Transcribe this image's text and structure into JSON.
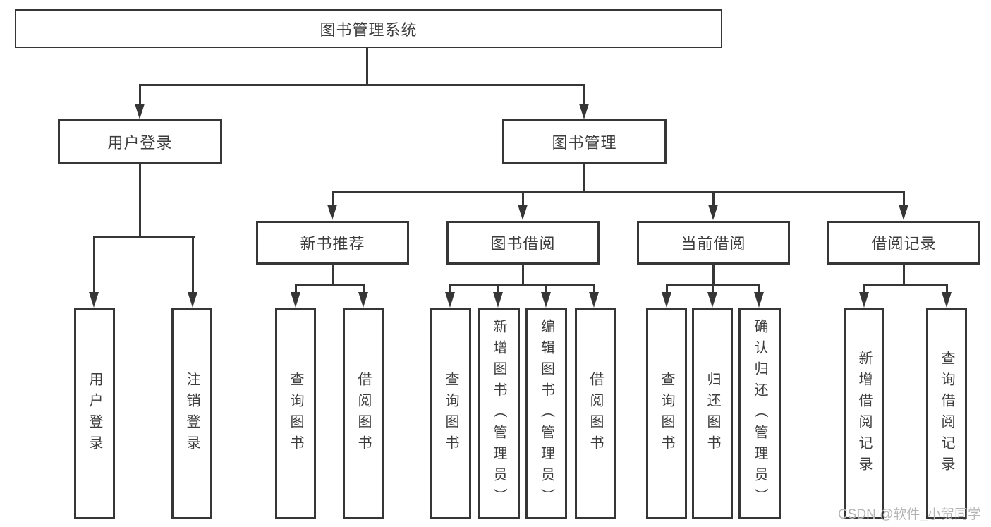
{
  "diagram_title": "图书管理系统",
  "watermark": "CSDN @软件_小贺同学",
  "colors": {
    "line": "#363636",
    "box_border": "#363636",
    "box_fill": "#ffffff",
    "text": "#3d3d3d",
    "watermark": "#b5b5b5",
    "background": "#ffffff"
  },
  "nodes": {
    "root": {
      "label": "图书管理系统"
    },
    "level2": [
      {
        "label": "用户登录",
        "parent": "图书管理系统"
      },
      {
        "label": "图书管理",
        "parent": "图书管理系统"
      }
    ],
    "level3": [
      {
        "label": "新书推荐",
        "parent": "图书管理"
      },
      {
        "label": "图书借阅",
        "parent": "图书管理"
      },
      {
        "label": "当前借阅",
        "parent": "图书管理"
      },
      {
        "label": "借阅记录",
        "parent": "图书管理"
      }
    ],
    "leaves": [
      {
        "label": "用户登录",
        "parent": "用户登录"
      },
      {
        "label": "注销登录",
        "parent": "用户登录"
      },
      {
        "label": "查询图书",
        "parent": "新书推荐"
      },
      {
        "label": "借阅图书",
        "parent": "新书推荐"
      },
      {
        "label": "查询图书",
        "parent": "图书借阅"
      },
      {
        "label": "新增图书（管理员）",
        "parent": "图书借阅"
      },
      {
        "label": "编辑图书（管理员）",
        "parent": "图书借阅"
      },
      {
        "label": "借阅图书",
        "parent": "图书借阅"
      },
      {
        "label": "查询图书",
        "parent": "当前借阅"
      },
      {
        "label": "归还图书",
        "parent": "当前借阅"
      },
      {
        "label": "确认归还（管理员）",
        "parent": "当前借阅"
      },
      {
        "label": "新增借阅记录",
        "parent": "借阅记录"
      },
      {
        "label": "查询借阅记录",
        "parent": "借阅记录"
      }
    ]
  }
}
